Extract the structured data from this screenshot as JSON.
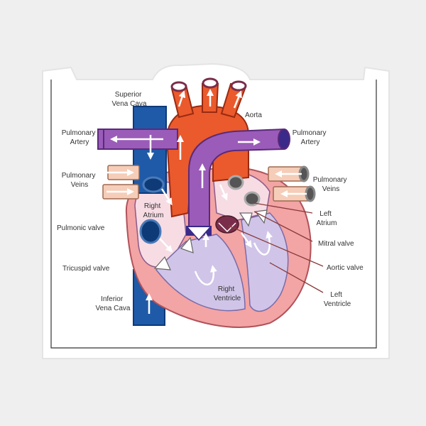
{
  "labels": {
    "superior_vena_cava": [
      "Superior",
      "Vena Cava"
    ],
    "aorta": [
      "Aorta"
    ],
    "pulmonary_artery_left": [
      "Pulmonary",
      "Artery"
    ],
    "pulmonary_artery_right": [
      "Pulmonary",
      "Artery"
    ],
    "pulmonary_veins_left": [
      "Pulmonary",
      "Veins"
    ],
    "pulmonary_veins_right": [
      "Pulmonary",
      "Veins"
    ],
    "right_atrium": [
      "Right",
      "Atrium"
    ],
    "pulmonic_valve": [
      "Pulmonic valve"
    ],
    "left_atrium": [
      "Left",
      "Atrium"
    ],
    "mitral_valve": [
      "Mitral valve"
    ],
    "tricuspid_valve": [
      "Tricuspid valve"
    ],
    "aortic_valve": [
      "Aortic valve"
    ],
    "right_ventricle": [
      "Right",
      "Ventricle"
    ],
    "inferior_vena_cava": [
      "Inferior",
      "Vena Cava"
    ],
    "left_ventricle": [
      "Left",
      "Ventricle"
    ]
  },
  "colors": {
    "background": "#efefef",
    "sticker": "#ffffff",
    "frame_line": "#333333",
    "vena_cava_blue": "#1f5aa8",
    "aorta_red": "#ea5a2c",
    "pulmonary_purple": "#9a5cb8",
    "vein_peach": "#f5cdb8",
    "heart_wall": "#f3a4a4",
    "chamber_lavender": "#d0c5e8",
    "chamber_pink": "#f7dce4",
    "valve_maroon": "#7a2d4a",
    "leader_line": "#8a3a3a"
  }
}
